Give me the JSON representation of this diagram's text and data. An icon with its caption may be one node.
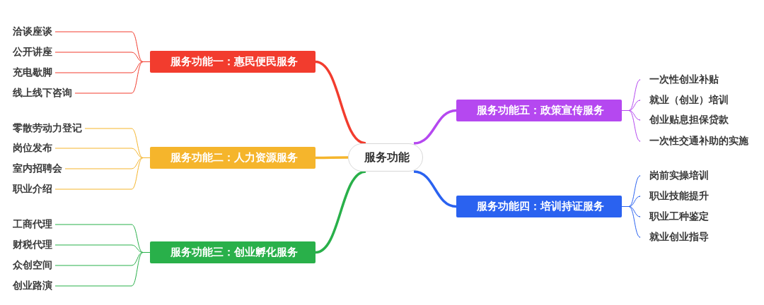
{
  "diagram": {
    "nodes": [
      {
        "text": [
          "服务功能"
        ]
      },
      {
        "text": [
          "服务功能一：惠民便民服务"
        ]
      },
      {
        "text": [
          "洽谈座谈"
        ]
      },
      {
        "text": [
          "公开讲座"
        ]
      },
      {
        "text": [
          "充电歇脚"
        ]
      },
      {
        "text": [
          "线上线下咨询"
        ]
      },
      {
        "text": [
          "服务功能二：人力资源服务"
        ]
      },
      {
        "text": [
          "零散劳动力登记"
        ]
      },
      {
        "text": [
          "岗位发布"
        ]
      },
      {
        "text": [
          "室内招聘会"
        ]
      },
      {
        "text": [
          "职业介绍"
        ]
      },
      {
        "text": [
          "服务功能三：创业孵化服务"
        ]
      },
      {
        "text": [
          "工商代理"
        ]
      },
      {
        "text": [
          "财税代理"
        ]
      },
      {
        "text": [
          "众创空间"
        ]
      },
      {
        "text": [
          "创业路演"
        ]
      },
      {
        "text": [
          "服务功能五：政策宣传服务"
        ]
      },
      {
        "text": [
          "一次性创业补贴"
        ]
      },
      {
        "text": [
          "就业（创业）培训"
        ]
      },
      {
        "text": [
          "创业贴息担保贷款"
        ]
      },
      {
        "text": [
          "一次性交通补助的实施"
        ]
      },
      {
        "text": [
          "服务功能四：培训持证服务"
        ]
      },
      {
        "text": [
          "岗前实操培训"
        ]
      },
      {
        "text": [
          "职业技能提升"
        ]
      },
      {
        "text": [
          "职业工种鉴定"
        ]
      },
      {
        "text": [
          "就业创业指导"
        ]
      }
    ],
    "edges": [
      {
        "from": 0,
        "to": 1,
        "arrow": "none",
        "style": "thick",
        "color": "#f23c2e"
      },
      {
        "from": 0,
        "to": 6,
        "arrow": "none",
        "style": "thick",
        "color": "#f5b52c"
      },
      {
        "from": 0,
        "to": 11,
        "arrow": "none",
        "style": "thick",
        "color": "#29b04a"
      },
      {
        "from": 0,
        "to": 16,
        "arrow": "none",
        "style": "thick",
        "color": "#b548f0"
      },
      {
        "from": 0,
        "to": 21,
        "arrow": "none",
        "style": "thick",
        "color": "#2a62f0"
      },
      {
        "from": 1,
        "to": 2,
        "arrow": "none",
        "color": "#f23c2e"
      },
      {
        "from": 1,
        "to": 3,
        "arrow": "none",
        "color": "#f23c2e"
      },
      {
        "from": 1,
        "to": 4,
        "arrow": "none",
        "color": "#f23c2e"
      },
      {
        "from": 1,
        "to": 5,
        "arrow": "none",
        "color": "#f23c2e"
      },
      {
        "from": 6,
        "to": 7,
        "arrow": "none",
        "color": "#f5b52c"
      },
      {
        "from": 6,
        "to": 8,
        "arrow": "none",
        "color": "#f5b52c"
      },
      {
        "from": 6,
        "to": 9,
        "arrow": "none",
        "color": "#f5b52c"
      },
      {
        "from": 6,
        "to": 10,
        "arrow": "none",
        "color": "#f5b52c"
      },
      {
        "from": 11,
        "to": 12,
        "arrow": "none",
        "color": "#29b04a"
      },
      {
        "from": 11,
        "to": 13,
        "arrow": "none",
        "color": "#29b04a"
      },
      {
        "from": 11,
        "to": 14,
        "arrow": "none",
        "color": "#29b04a"
      },
      {
        "from": 11,
        "to": 15,
        "arrow": "none",
        "color": "#29b04a"
      },
      {
        "from": 16,
        "to": 17,
        "arrow": "none",
        "color": "#b548f0"
      },
      {
        "from": 16,
        "to": 18,
        "arrow": "none",
        "color": "#b548f0"
      },
      {
        "from": 16,
        "to": 19,
        "arrow": "none",
        "color": "#b548f0"
      },
      {
        "from": 16,
        "to": 20,
        "arrow": "none",
        "color": "#b548f0"
      },
      {
        "from": 21,
        "to": 22,
        "arrow": "none",
        "color": "#2a62f0"
      },
      {
        "from": 21,
        "to": 23,
        "arrow": "none",
        "color": "#2a62f0"
      },
      {
        "from": 21,
        "to": 24,
        "arrow": "none",
        "color": "#2a62f0"
      },
      {
        "from": 21,
        "to": 25,
        "arrow": "none",
        "color": "#2a62f0"
      }
    ]
  }
}
